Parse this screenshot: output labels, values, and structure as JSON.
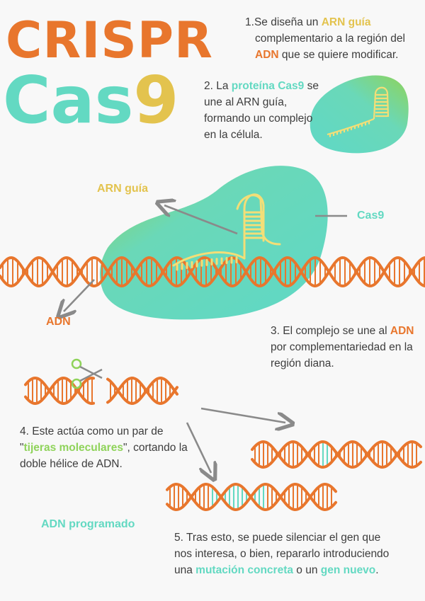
{
  "title": {
    "line1": "CRISPR",
    "line2_main": "Cas",
    "line2_num": "9"
  },
  "step1": {
    "num": "1.",
    "part1": "Se diseña un ",
    "highlight1": "ARN guía",
    "part2": " complementario a la región del ",
    "highlight2": "ADN",
    "part3": " que se quiere modificar."
  },
  "step2": {
    "part1": "2. La ",
    "highlight1": "proteína Cas9",
    "part2": " se une al ARN guía, formando un complejo en la célula."
  },
  "labels": {
    "arn_guia": "ARN guía",
    "cas9": "Cas9",
    "adn": "ADN",
    "adn_programado": "ADN programado"
  },
  "step3": {
    "part1": "3. El complejo se une al ",
    "highlight1": "ADN",
    "part2": " por complementariedad en la región diana."
  },
  "step4": {
    "part1": "4. Este actúa como un par de \"",
    "highlight1": "tijeras moleculares",
    "part2": "\", cortando la doble hélice de ADN."
  },
  "step5": {
    "part1": "5. Tras esto, se puede silenciar el gen que nos interesa, o bien, repararlo introduciendo una ",
    "highlight1": "mutación concreta",
    "part2": " o un ",
    "highlight2": "gen nuevo",
    "part3": "."
  },
  "colors": {
    "orange": "#e8762d",
    "teal": "#63d9c2",
    "yellow": "#e3c34e",
    "green": "#8fd35a",
    "arrow": "#8a8a8a"
  }
}
